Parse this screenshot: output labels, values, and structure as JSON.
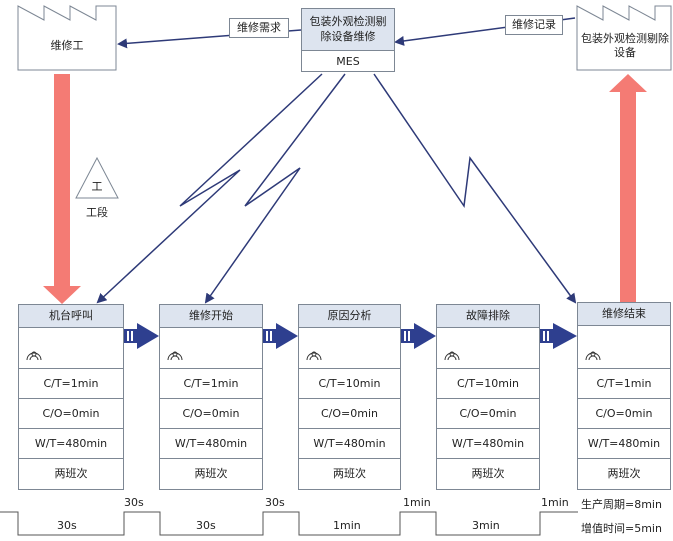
{
  "supplier": {
    "label": "维修工"
  },
  "customer": {
    "label": "包装外观检测剔除设备"
  },
  "control": {
    "title": "包装外观检测剔除设备维修",
    "system": "MES"
  },
  "flows": {
    "request": "维修需求",
    "record": "维修记录"
  },
  "inventory": {
    "symbol": "工",
    "label": "工段"
  },
  "processes": [
    {
      "name": "机台呼叫",
      "ct": "C/T=1min",
      "co": "C/O=0min",
      "wt": "W/T=480min",
      "shift": "两班次"
    },
    {
      "name": "维修开始",
      "ct": "C/T=1min",
      "co": "C/O=0min",
      "wt": "W/T=480min",
      "shift": "两班次"
    },
    {
      "name": "原因分析",
      "ct": "C/T=10min",
      "co": "C/O=0min",
      "wt": "W/T=480min",
      "shift": "两班次"
    },
    {
      "name": "故障排除",
      "ct": "C/T=10min",
      "co": "C/O=0min",
      "wt": "W/T=480min",
      "shift": "两班次"
    },
    {
      "name": "维修结束",
      "ct": "C/T=1min",
      "co": "C/O=0min",
      "wt": "W/T=480min",
      "shift": "两班次"
    }
  ],
  "timeline": {
    "waits": [
      "30s",
      "30s",
      "1min",
      "1min"
    ],
    "values": [
      "30s",
      "30s",
      "1min",
      "3min"
    ],
    "lead_time": "生产周期=8min",
    "value_time": "增值时间=5min"
  },
  "colors": {
    "push_arrow": "#2e3f8f",
    "pull_arrow": "#f47b74",
    "line": "#2e3a78",
    "header": "#dde4ef"
  }
}
